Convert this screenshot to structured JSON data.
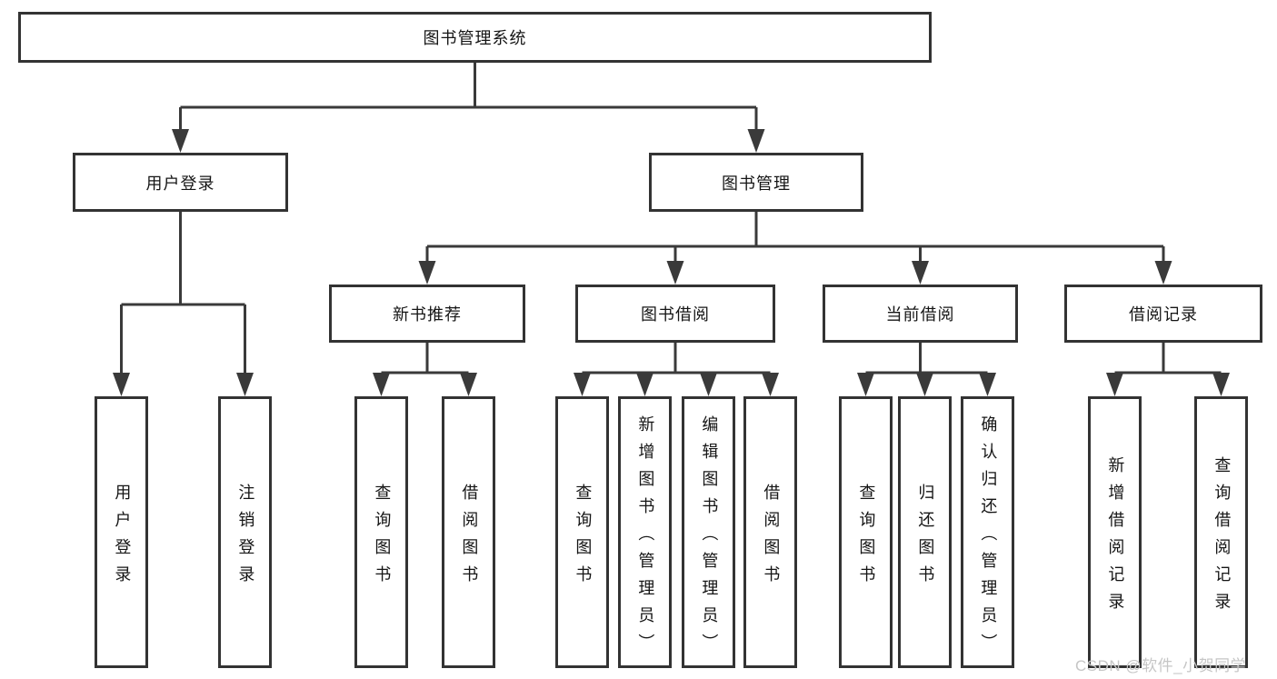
{
  "tree": {
    "root": {
      "label": "图书管理系统"
    },
    "branches": [
      {
        "label": "用户登录",
        "children": [
          {
            "label": "用户登录"
          },
          {
            "label": "注销登录"
          }
        ]
      },
      {
        "label": "图书管理",
        "children": [
          {
            "label": "新书推荐",
            "children": [
              {
                "label": "查询图书"
              },
              {
                "label": "借阅图书"
              }
            ]
          },
          {
            "label": "图书借阅",
            "children": [
              {
                "label": "查询图书"
              },
              {
                "label": "新增图书（管理员）"
              },
              {
                "label": "编辑图书（管理员）"
              },
              {
                "label": "借阅图书"
              }
            ]
          },
          {
            "label": "当前借阅",
            "children": [
              {
                "label": "查询图书"
              },
              {
                "label": "归还图书"
              },
              {
                "label": "确认归还（管理员）"
              }
            ]
          },
          {
            "label": "借阅记录",
            "children": [
              {
                "label": "新增借阅记录"
              },
              {
                "label": "查询借阅记录"
              }
            ]
          }
        ]
      }
    ]
  },
  "watermark": "CSDN @软件_小贺同学",
  "colors": {
    "line": "#3a3a3a",
    "box_border": "#333333",
    "text": "#151515",
    "watermark": "#c6c6c6",
    "background": "#ffffff"
  }
}
